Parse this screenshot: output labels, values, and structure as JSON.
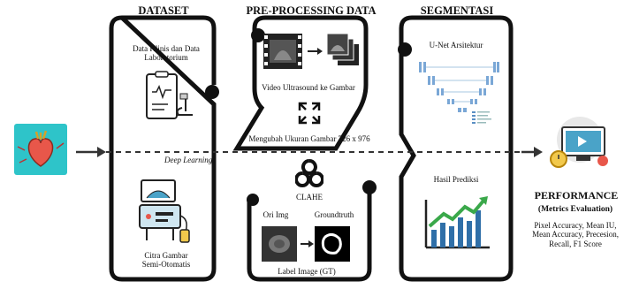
{
  "headers": {
    "dataset": "DATASET",
    "preprocessing": "PRE-PROCESSING DATA",
    "segmentasi": "SEGMENTASI",
    "performance": "PERFORMANCE"
  },
  "dataset": {
    "clinical_label_line1": "Data Klinis dan Data",
    "clinical_label_line2": "Laboratorium",
    "image_label_line1": "Citra Gambar",
    "image_label_line2": "Semi-Otomatis"
  },
  "flow": {
    "deep_learning": "Deep Learning"
  },
  "preprocessing": {
    "video_label": "Video Ultrasound ke Gambar",
    "resize_label": "Mengubah Ukuran Gambar 726 x 976",
    "clahe_label": "CLAHE",
    "ori_img": "Ori Img",
    "groundtruth": "Groundtruth",
    "label_image": "Label Image (GT)"
  },
  "segmentasi": {
    "unet_label": "U-Net Arsitektur",
    "hasil_label": "Hasil Prediksi"
  },
  "performance": {
    "subtitle": "(Metrics Evaluation)",
    "metrics_line1": "Pixel Accuracy, Mean IU,",
    "metrics_line2": "Mean Accuracy, Precesion,",
    "metrics_line3": "Recall, F1 Score"
  },
  "colors": {
    "panel_border": "#111111",
    "heart_bg": "#2ec4c9",
    "chart_bar": "#2f6fa8",
    "chart_arrow": "#3aa84a",
    "monitor": "#4aa3c8"
  }
}
